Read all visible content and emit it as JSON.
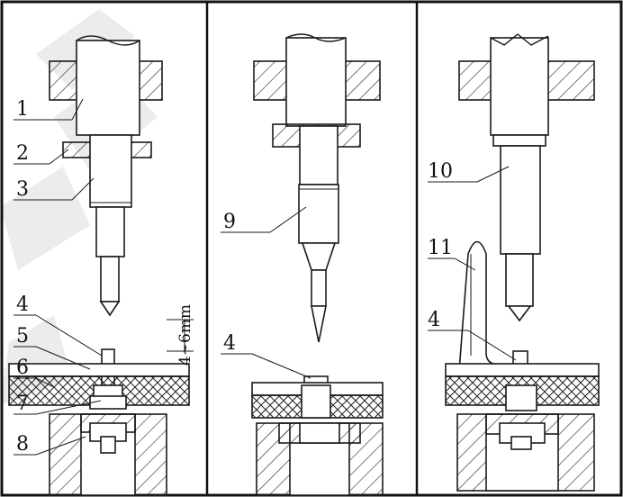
{
  "labels": {
    "l1": "1",
    "l2": "2",
    "l3": "3",
    "l4a": "4",
    "l5": "5",
    "l6": "6",
    "l7": "7",
    "l8": "8",
    "l9": "9",
    "l4b": "4",
    "l10": "10",
    "l11": "11",
    "l4c": "4",
    "dim": "4~6mm"
  },
  "colors": {
    "line": "#1a1a1a",
    "background": "#ffffff",
    "watermark": "#e6e6e6"
  }
}
